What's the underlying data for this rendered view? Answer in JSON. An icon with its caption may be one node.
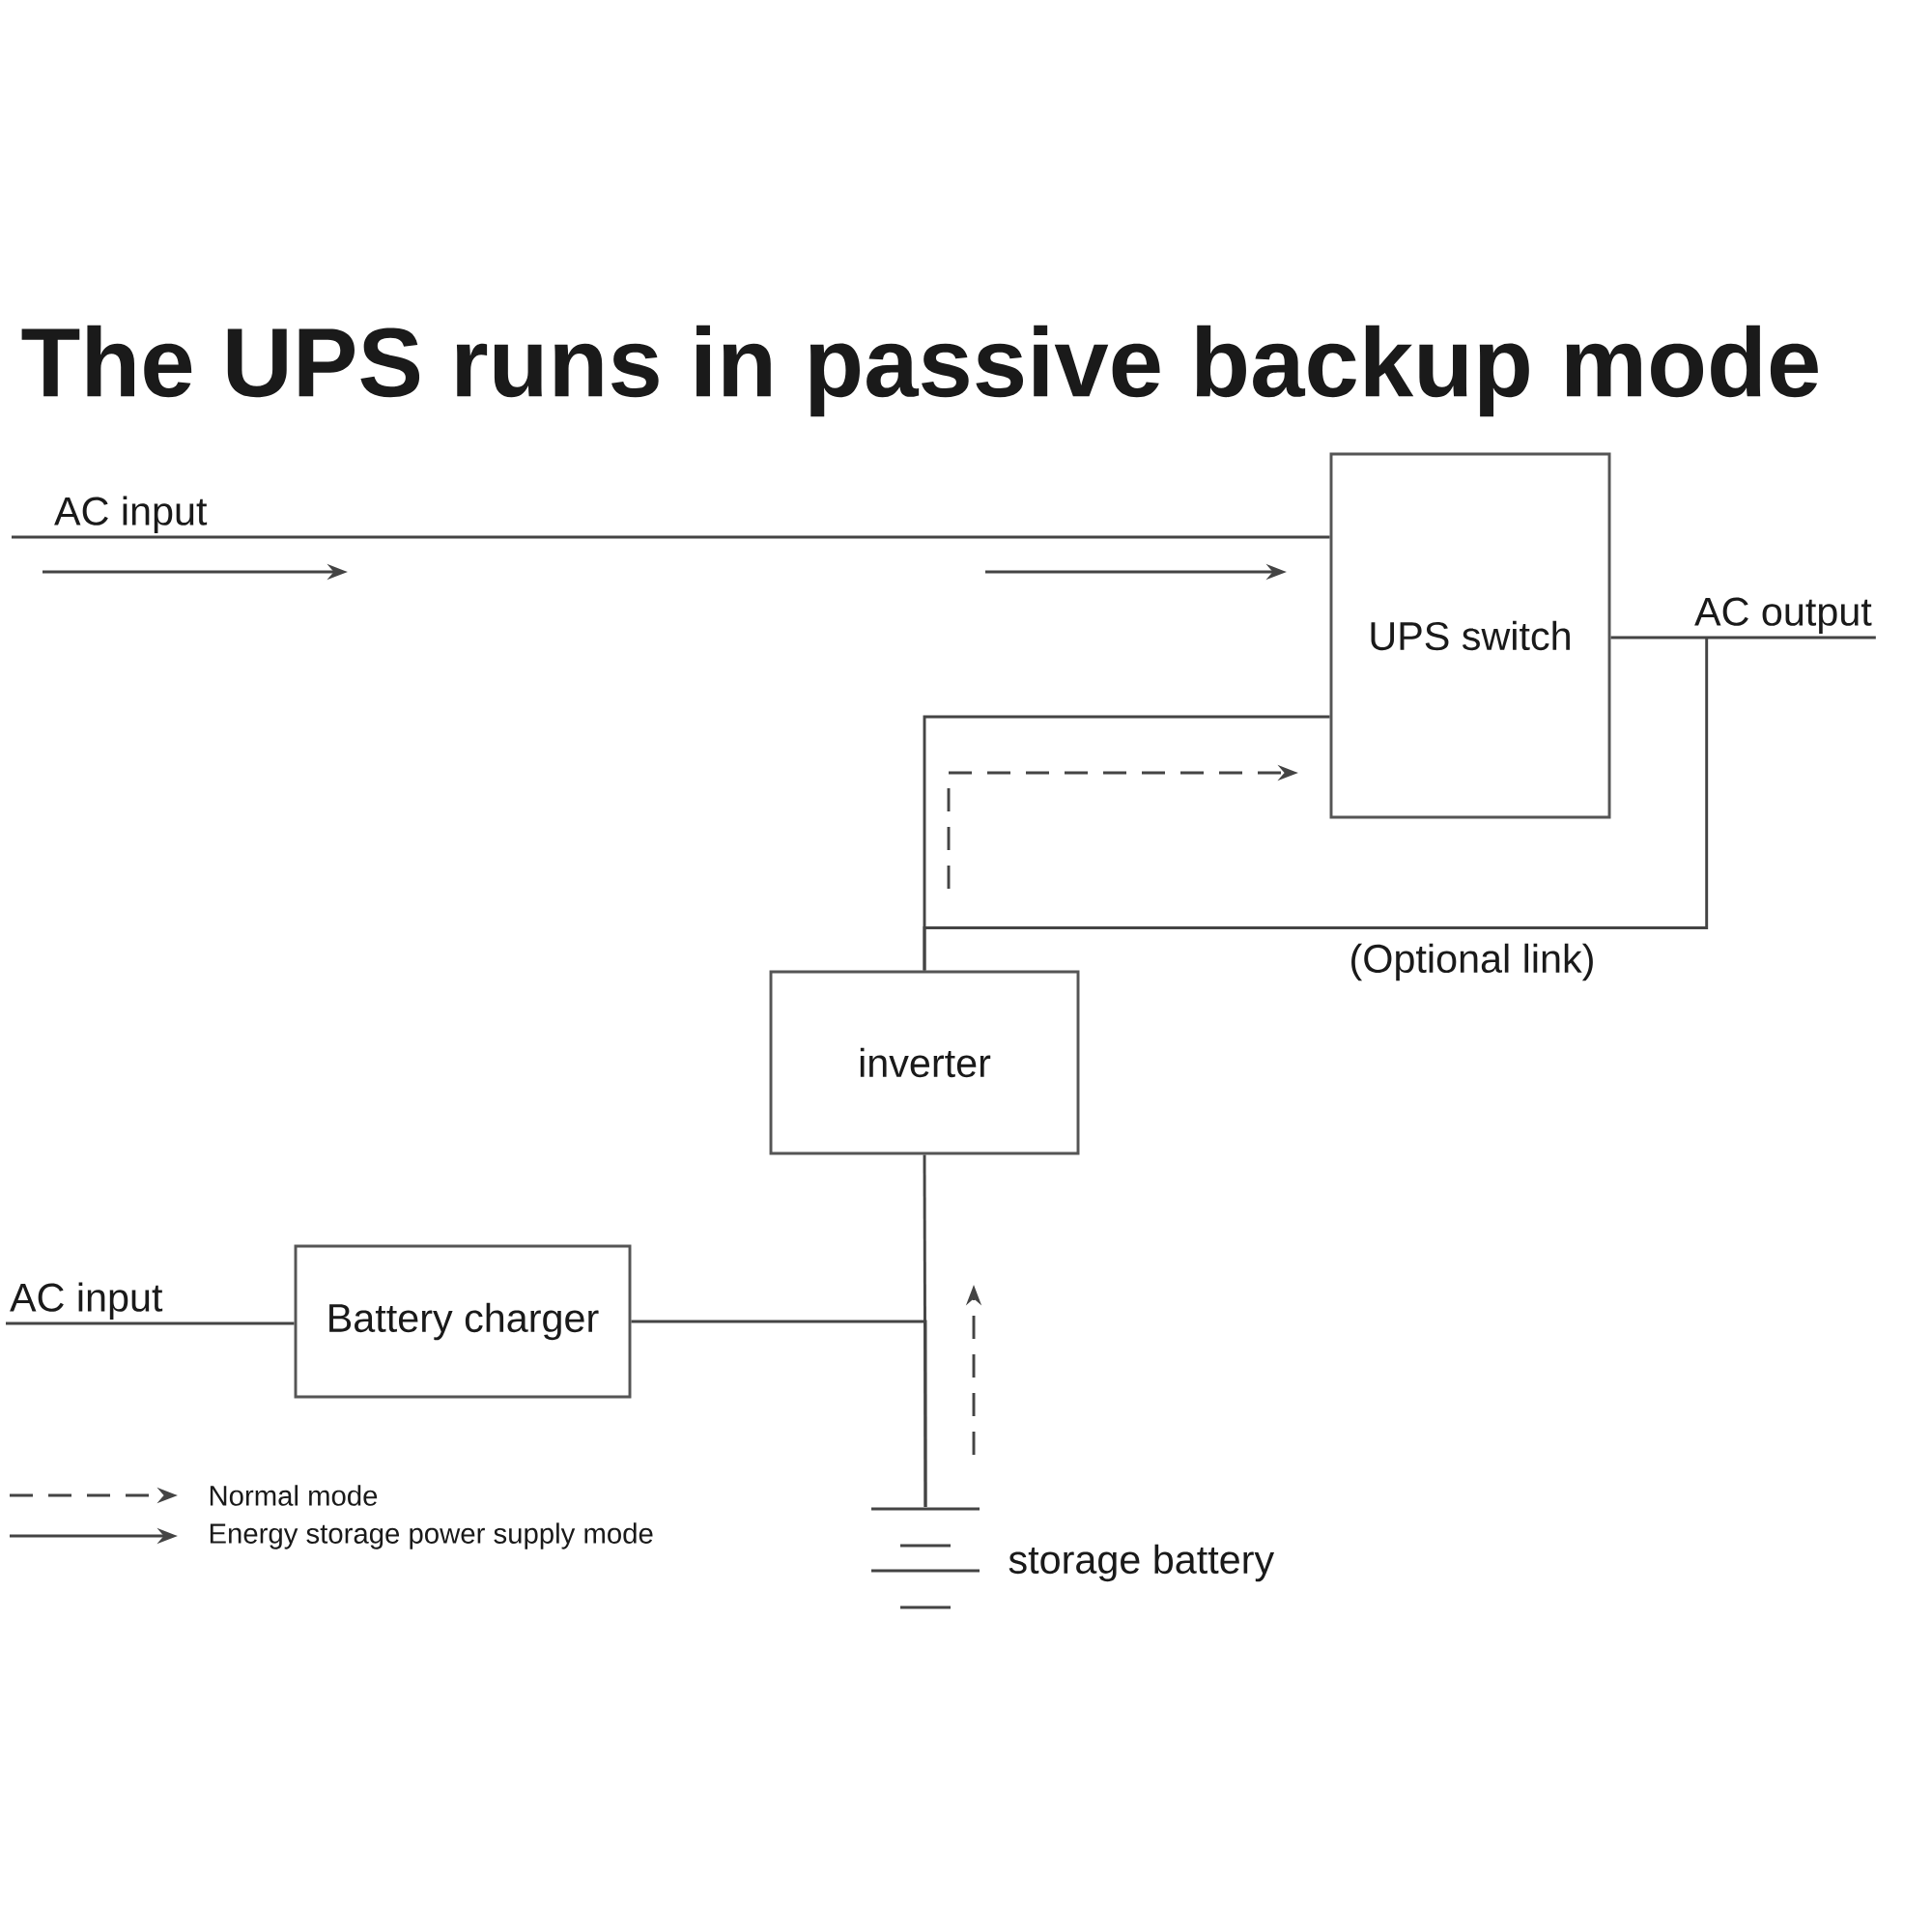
{
  "diagram": {
    "title": "The UPS runs in passive backup mode",
    "nodes": [
      {
        "text": [
          "AC input"
        ]
      },
      {
        "text": [
          "UPS switch"
        ]
      },
      {
        "text": [
          "AC output"
        ]
      },
      {
        "text": [
          "inverter"
        ]
      },
      {
        "text": [
          "AC input"
        ]
      },
      {
        "text": [
          "Battery charger"
        ]
      },
      {
        "text": [],
        "shape": "battery",
        "beside": [
          "storage battery"
        ]
      }
    ],
    "edges": [
      {
        "from": 0,
        "to": 1,
        "arrow": "none"
      },
      {
        "from": 1,
        "to": 2,
        "arrow": "none"
      },
      {
        "from": 1,
        "to": 3,
        "arrow": "none"
      },
      {
        "from": 3,
        "to": 2,
        "arrow": "none",
        "label": "(Optional link)"
      },
      {
        "from": 4,
        "to": 5,
        "arrow": "none"
      },
      {
        "from": 3,
        "to": 6,
        "arrow": "none"
      },
      {
        "from": 5,
        "to": 6,
        "arrow": "none"
      }
    ],
    "legend": [
      {
        "text": "Normal mode"
      },
      {
        "text": "Energy storage power supply mode"
      }
    ]
  }
}
